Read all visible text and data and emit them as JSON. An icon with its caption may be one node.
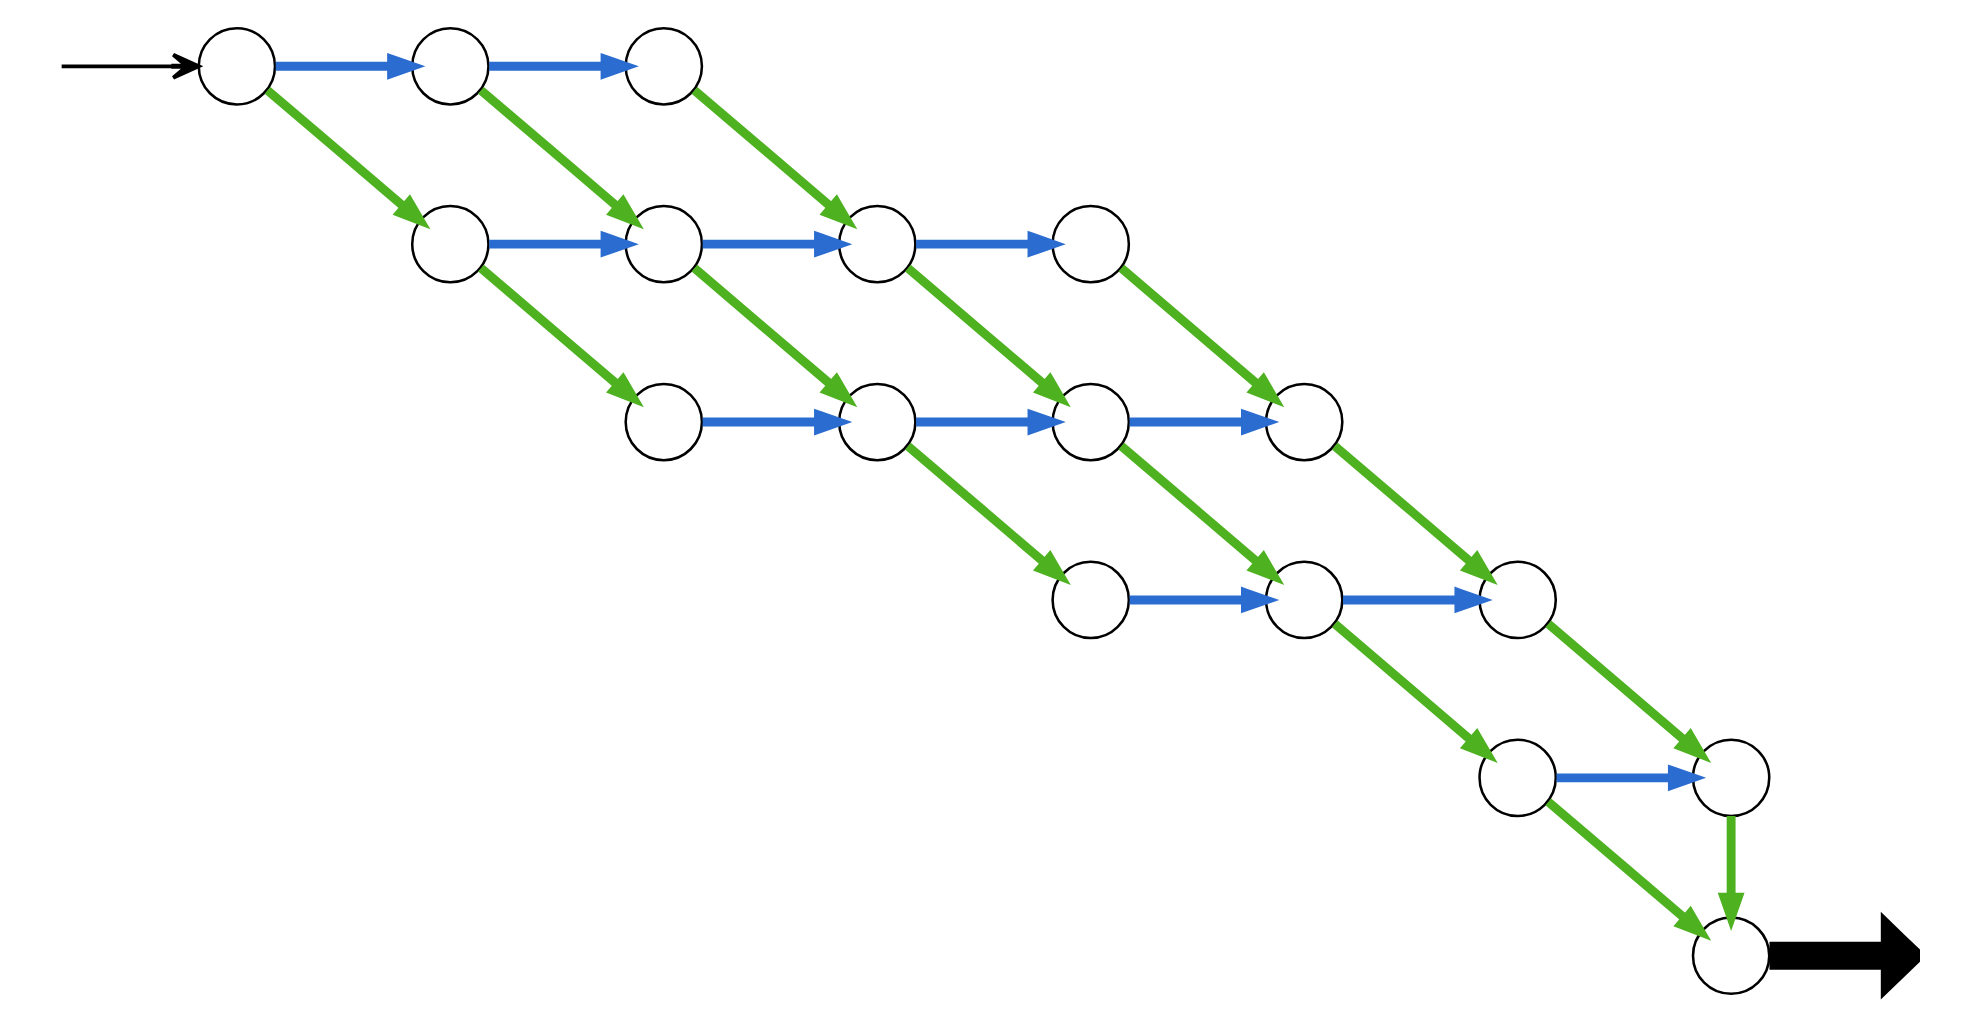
{
  "diagram": {
    "nodes": [
      {
        "text": [],
        "shape": "circle"
      },
      {
        "text": [],
        "shape": "circle"
      },
      {
        "text": [],
        "shape": "circle"
      },
      {
        "text": [],
        "shape": "circle"
      },
      {
        "text": [],
        "shape": "circle"
      },
      {
        "text": [],
        "shape": "circle"
      },
      {
        "text": [],
        "shape": "circle"
      },
      {
        "text": [],
        "shape": "circle"
      },
      {
        "text": [],
        "shape": "circle"
      },
      {
        "text": [],
        "shape": "circle"
      },
      {
        "text": [],
        "shape": "circle"
      },
      {
        "text": [],
        "shape": "circle"
      },
      {
        "text": [],
        "shape": "circle"
      },
      {
        "text": [],
        "shape": "circle"
      },
      {
        "text": [],
        "shape": "circle"
      },
      {
        "text": [],
        "shape": "circle"
      },
      {
        "text": [],
        "shape": "circle"
      }
    ],
    "edges": [
      {
        "from": null,
        "to": 0,
        "arrow": "to",
        "color": "#000000"
      },
      {
        "from": 0,
        "to": 1,
        "arrow": "to",
        "color": "#2a6ccf"
      },
      {
        "from": 1,
        "to": 2,
        "arrow": "to",
        "color": "#2a6ccf"
      },
      {
        "from": 0,
        "to": 3,
        "arrow": "to"
      },
      {
        "from": 1,
        "to": 4,
        "arrow": "to"
      },
      {
        "from": 2,
        "to": 5,
        "arrow": "to"
      },
      {
        "from": 3,
        "to": 4,
        "arrow": "to",
        "color": "#2a6ccf"
      },
      {
        "from": 4,
        "to": 5,
        "arrow": "to",
        "color": "#2a6ccf"
      },
      {
        "from": 5,
        "to": 6,
        "arrow": "to",
        "color": "#2a6ccf"
      },
      {
        "from": 3,
        "to": 7,
        "arrow": "to"
      },
      {
        "from": 4,
        "to": 8,
        "arrow": "to"
      },
      {
        "from": 5,
        "to": 9,
        "arrow": "to"
      },
      {
        "from": 6,
        "to": 10,
        "arrow": "to"
      },
      {
        "from": 7,
        "to": 8,
        "arrow": "to",
        "color": "#2a6ccf"
      },
      {
        "from": 8,
        "to": 9,
        "arrow": "to",
        "color": "#2a6ccf"
      },
      {
        "from": 9,
        "to": 10,
        "arrow": "to",
        "color": "#2a6ccf"
      },
      {
        "from": 8,
        "to": 11,
        "arrow": "to"
      },
      {
        "from": 9,
        "to": 12,
        "arrow": "to"
      },
      {
        "from": 10,
        "to": 13,
        "arrow": "to"
      },
      {
        "from": 11,
        "to": 12,
        "arrow": "to",
        "color": "#2a6ccf"
      },
      {
        "from": 12,
        "to": 13,
        "arrow": "to",
        "color": "#2a6ccf"
      },
      {
        "from": 12,
        "to": 14,
        "arrow": "to"
      },
      {
        "from": 13,
        "to": 15,
        "arrow": "to"
      },
      {
        "from": 14,
        "to": 15,
        "arrow": "to",
        "color": "#2a6ccf"
      },
      {
        "from": 14,
        "to": 16,
        "arrow": "to"
      },
      {
        "from": 15,
        "to": 16,
        "arrow": "to"
      },
      {
        "from": 16,
        "to": null,
        "arrow": "to",
        "style": "thick",
        "color": "#000000"
      }
    ]
  }
}
